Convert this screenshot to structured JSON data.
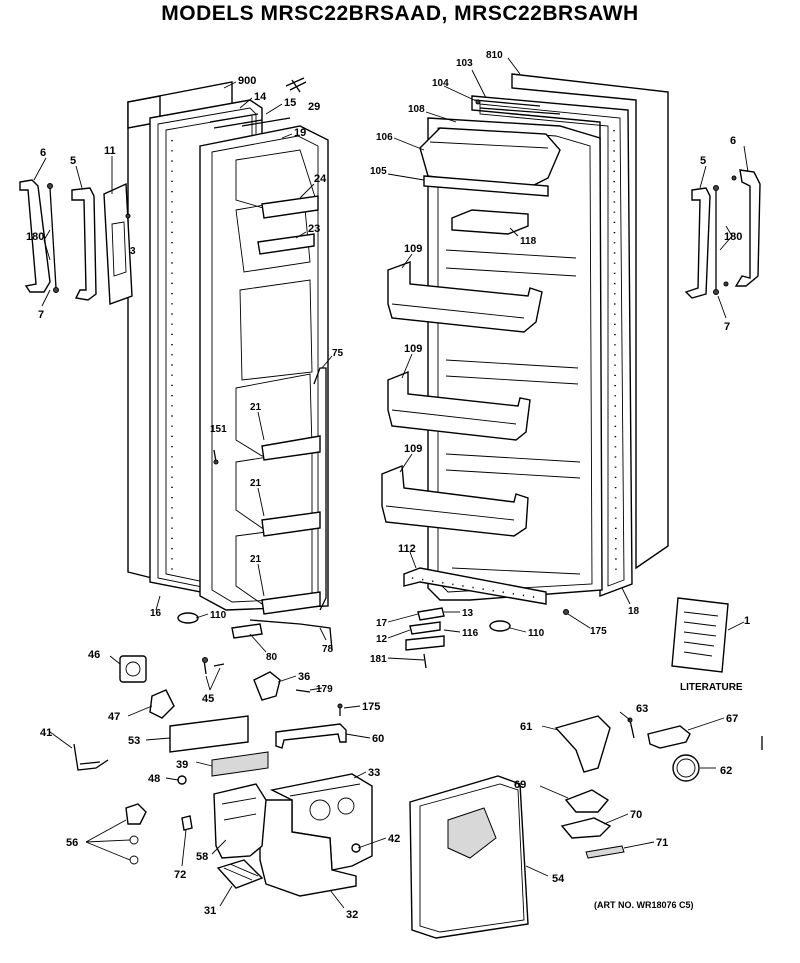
{
  "title": "MODELS MRSC22BRSAAD, MRSC22BRSAWH",
  "literature_label": "LITERATURE",
  "art_no": "(ART NO. WR18076 C5)",
  "callouts": {
    "c900": "900",
    "c14": "14",
    "c29": "29",
    "c15": "15",
    "c19": "19",
    "c24": "24",
    "c23": "23",
    "c11": "11",
    "c6L": "6",
    "c5L": "5",
    "c180L": "180",
    "c3": "3",
    "c7L": "7",
    "c75": "75",
    "c21a": "21",
    "c151": "151",
    "c21b": "21",
    "c21c": "21",
    "c16": "16",
    "c110L": "110",
    "c80": "80",
    "c78": "78",
    "c103": "103",
    "c810": "810",
    "c104": "104",
    "c108": "108",
    "c106": "106",
    "c105": "105",
    "c118": "118",
    "c109a": "109",
    "c109b": "109",
    "c109c": "109",
    "c112": "112",
    "c6R": "6",
    "c5R": "5",
    "c180R": "180",
    "c7R": "7",
    "c18": "18",
    "c17": "17",
    "c13": "13",
    "c12": "12",
    "c181": "181",
    "c116": "116",
    "c110R": "110",
    "c175a": "175",
    "c1": "1",
    "c46": "46",
    "c45": "45",
    "c36": "36",
    "c179": "179",
    "c175b": "175",
    "c47": "47",
    "c53": "53",
    "c60": "60",
    "c41": "41",
    "c39": "39",
    "c33": "33",
    "c48": "48",
    "c56": "56",
    "c72": "72",
    "c58": "58",
    "c42": "42",
    "c31": "31",
    "c32": "32",
    "c63": "63",
    "c67": "67",
    "c61": "61",
    "c62": "62",
    "c69": "69",
    "c70": "70",
    "c71": "71",
    "c54": "54"
  }
}
